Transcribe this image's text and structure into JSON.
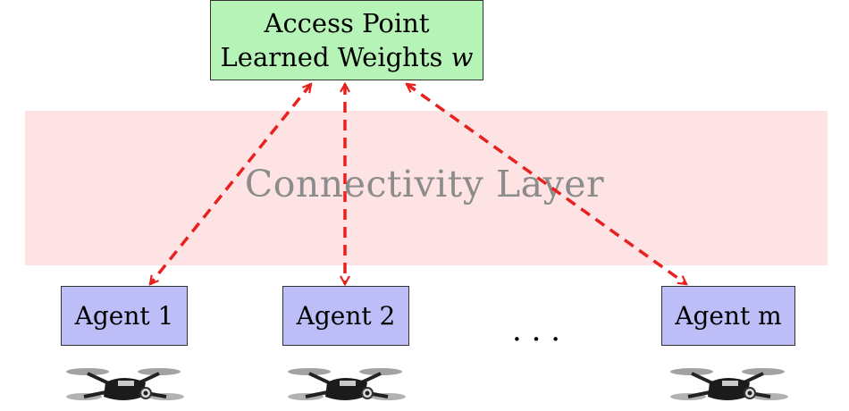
{
  "access_point": {
    "line1": "Access Point",
    "line2_text": "Learned Weights ",
    "line2_var": "w"
  },
  "connectivity_layer": {
    "label": "Connectivity Layer"
  },
  "agents": [
    {
      "label": "Agent 1"
    },
    {
      "label": "Agent 2"
    },
    {
      "label": "Agent m"
    }
  ],
  "ellipsis": "· · ·",
  "colors": {
    "access_point_fill": "#b6f3b6",
    "agent_fill": "#bdbdf8",
    "connectivity_band": "#fde3e3",
    "link": "#e8201e"
  },
  "icons": [
    "drone-icon",
    "drone-icon",
    "drone-icon"
  ]
}
